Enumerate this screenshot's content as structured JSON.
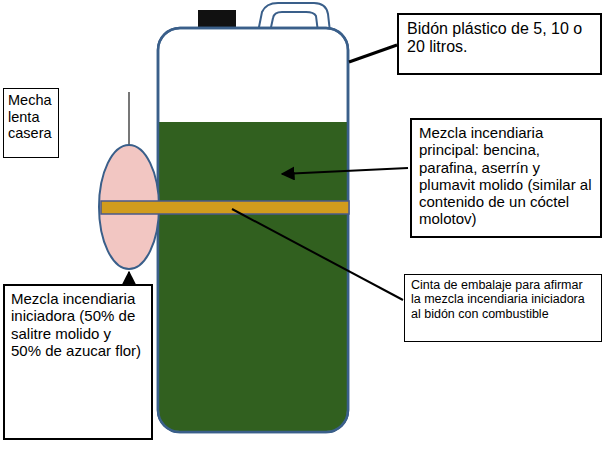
{
  "diagram": {
    "nodes": [
      {
        "text": [
          "Bidón plástico de 5, 10 o 20 litros."
        ]
      },
      {
        "text": [
          "Mecha lenta casera"
        ]
      },
      {
        "text": [
          "Mezcla incendiaria principal: bencina, parafina, aserrín y plumavit molido (similar al contenido de un cóctel molotov)"
        ]
      },
      {
        "text": [
          "Cinta de embalaje para afirmar la mezcla incendiaria iniciadora al bidón con combustible"
        ]
      },
      {
        "text": [
          "Mezcla incendiaria iniciadora (50% de salitre molido y 50% de azucar flor)"
        ]
      }
    ]
  }
}
